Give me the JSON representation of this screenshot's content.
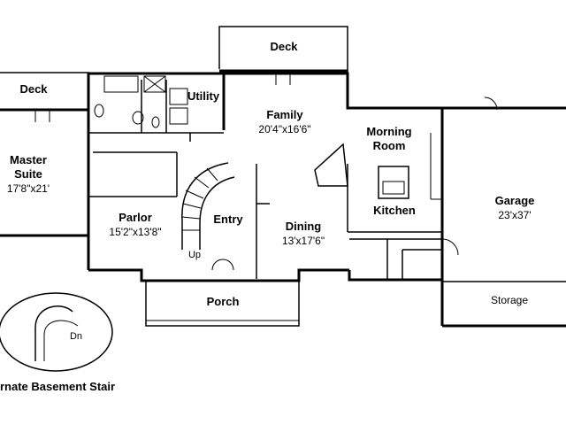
{
  "rooms": {
    "deck_top": {
      "name": "Deck"
    },
    "deck_left": {
      "name": "Deck"
    },
    "utility": {
      "name": "Utility"
    },
    "family": {
      "name": "Family",
      "dims": "20'4\"x16'6\""
    },
    "morning": {
      "name": "Morning",
      "name2": "Room"
    },
    "master": {
      "name": "Master",
      "name2": "Suite",
      "dims": "17'8\"x21'"
    },
    "garage": {
      "name": "Garage",
      "dims": "23'x37'"
    },
    "parlor": {
      "name": "Parlor",
      "dims": "15'2\"x13'8\""
    },
    "entry": {
      "name": "Entry"
    },
    "dining": {
      "name": "Dining",
      "dims": "13'x17'6\""
    },
    "kitchen": {
      "name": "Kitchen"
    },
    "porch": {
      "name": "Porch"
    },
    "storage": {
      "name": "Storage"
    }
  },
  "stairs": {
    "up": "Up",
    "down": "Dn"
  },
  "inset": {
    "caption": "rnate Basement Stair"
  }
}
